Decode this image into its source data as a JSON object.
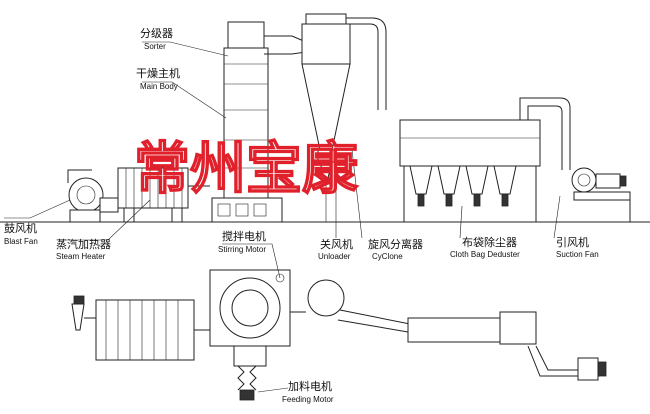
{
  "labels": {
    "sorter": {
      "zh": "分级器",
      "en": "Sorter"
    },
    "main_body": {
      "zh": "干燥主机",
      "en": "Main Body"
    },
    "blast_fan": {
      "zh": "鼓风机",
      "en": "Blast Fan"
    },
    "steam_heater": {
      "zh": "蒸汽加热器",
      "en": "Steam Heater"
    },
    "stirring_motor": {
      "zh": "搅拌电机",
      "en": "Stirring Motor"
    },
    "unloader": {
      "zh": "关风机",
      "en": "Unloader"
    },
    "cyclone": {
      "zh": "旋风分离器",
      "en": "CyClone"
    },
    "cloth_bag": {
      "zh": "布袋除尘器",
      "en": "Cloth Bag Deduster"
    },
    "suction_fan": {
      "zh": "引风机",
      "en": "Suction Fan"
    },
    "feeding_motor": {
      "zh": "加料电机",
      "en": "Feeding Motor"
    }
  },
  "watermark": {
    "text": "常州宝康",
    "color": "#e0202a"
  },
  "colors": {
    "line": "#222222",
    "background": "#ffffff"
  }
}
